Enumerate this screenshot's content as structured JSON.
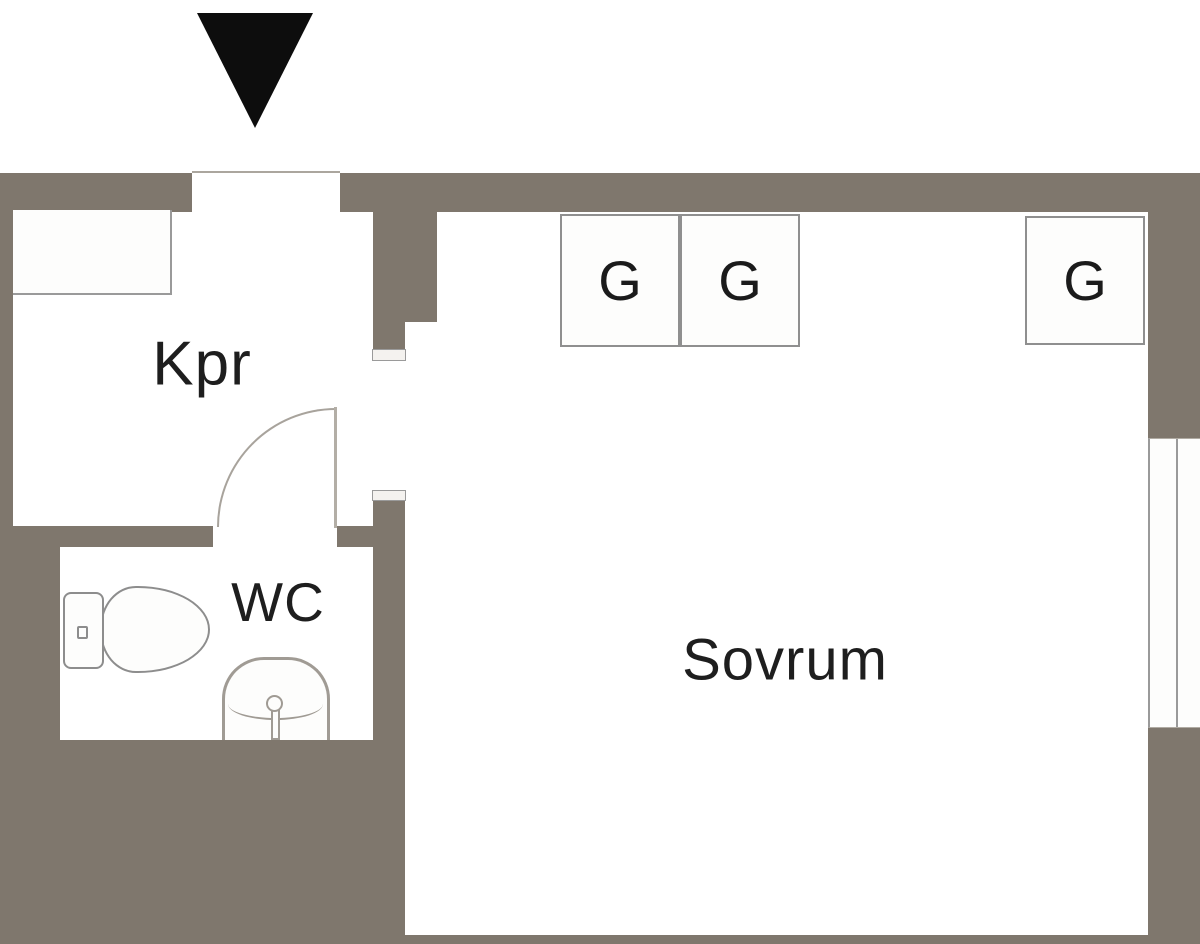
{
  "plan": {
    "type": "apartment-floor-plan",
    "rooms": {
      "hall": {
        "label": "Kpr"
      },
      "wc": {
        "label": "WC"
      },
      "bedroom": {
        "label": "Sovrum"
      }
    },
    "wardrobes": [
      {
        "label": "G"
      },
      {
        "label": "G"
      },
      {
        "label": "G"
      }
    ],
    "fixtures": [
      "entrance-arrow-icon",
      "door-swing-icon",
      "toilet-icon",
      "sink-icon",
      "window-icon",
      "closet-icon"
    ],
    "colors": {
      "wall": "#7f776d",
      "floor": "#fdfdfc",
      "line": "#9a9a9a",
      "text": "#1e1e1e",
      "entrance_marker": "#0d0d0d"
    }
  }
}
